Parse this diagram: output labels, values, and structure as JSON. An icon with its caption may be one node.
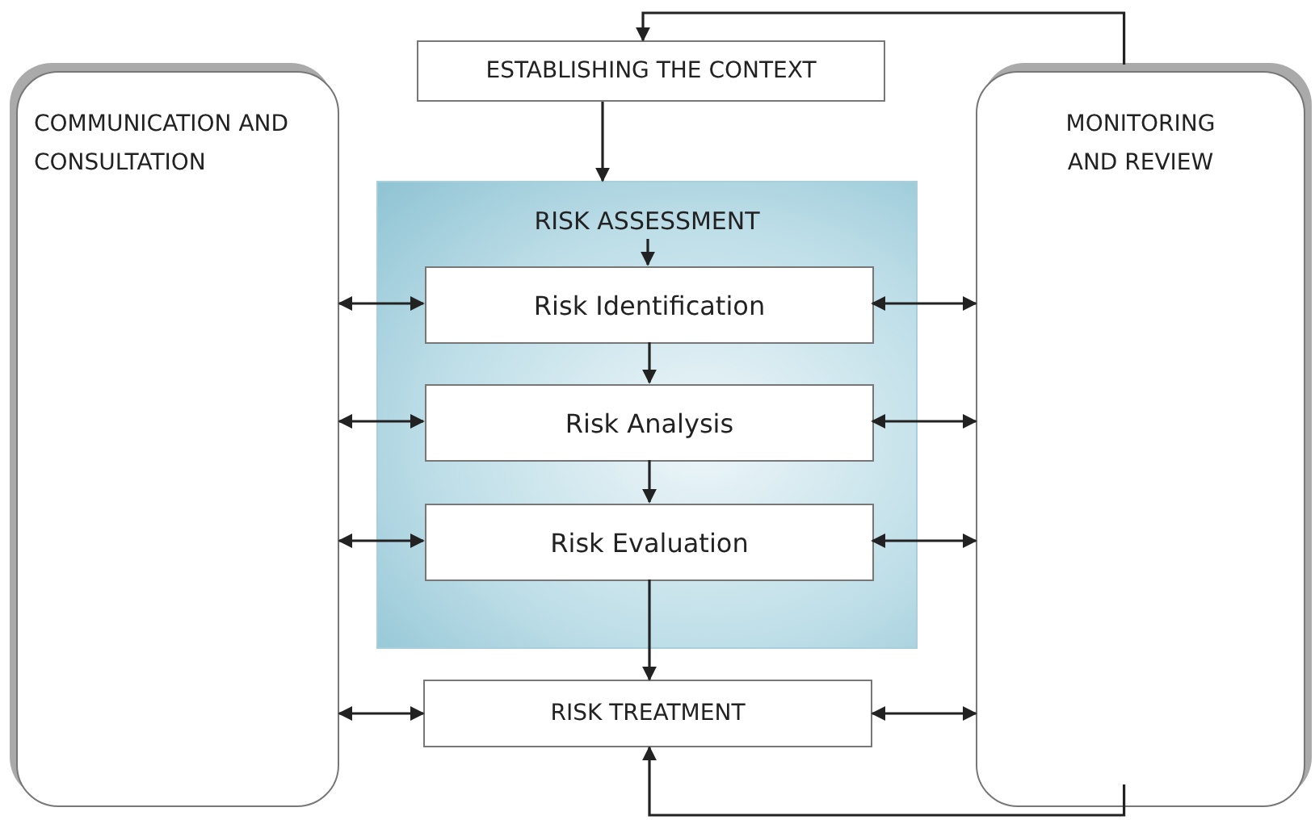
{
  "diagram": {
    "nodes": [
      {
        "text": [
          "COMMUNICATION AND CONSULTATION"
        ]
      },
      {
        "text": [
          "ESTABLISHING THE CONTEXT"
        ]
      },
      {
        "text": [
          "RISK ASSESSMENT"
        ]
      },
      {
        "text": [
          "Risk Identification"
        ],
        "in": 2
      },
      {
        "text": [
          "Risk Analysis"
        ],
        "in": 2
      },
      {
        "text": [
          "Risk Evaluation"
        ],
        "in": 2
      },
      {
        "text": [
          "RISK TREATMENT"
        ]
      },
      {
        "text": [
          "MONITORING AND REVIEW"
        ]
      }
    ],
    "edges": [
      {
        "from": 1,
        "to": 2,
        "arrow": "to"
      },
      {
        "from": null,
        "to": 3,
        "arrow": "to"
      },
      {
        "from": 3,
        "to": 4,
        "arrow": "to"
      },
      {
        "from": 4,
        "to": 5,
        "arrow": "to"
      },
      {
        "from": 5,
        "to": 6,
        "arrow": "to"
      },
      {
        "from": 0,
        "to": 3,
        "arrow": "both"
      },
      {
        "from": 0,
        "to": 4,
        "arrow": "both"
      },
      {
        "from": 0,
        "to": 5,
        "arrow": "both"
      },
      {
        "from": 0,
        "to": 6,
        "arrow": "both"
      },
      {
        "from": 7,
        "to": 3,
        "arrow": "both"
      },
      {
        "from": 7,
        "to": 4,
        "arrow": "both"
      },
      {
        "from": 7,
        "to": 5,
        "arrow": "both"
      },
      {
        "from": 7,
        "to": 6,
        "arrow": "both"
      },
      {
        "from": 7,
        "to": 1,
        "arrow": "to"
      },
      {
        "from": 7,
        "to": 6,
        "arrow": "to"
      }
    ]
  }
}
